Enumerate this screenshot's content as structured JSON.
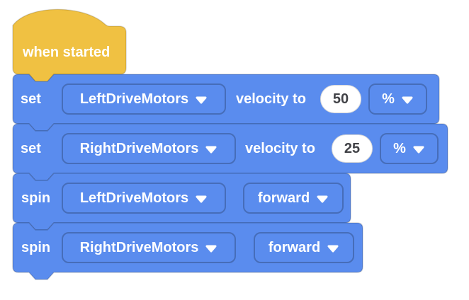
{
  "colors": {
    "background": "#FFFFFF",
    "hat_yellow": "#F0C142",
    "block_blue": "#5A8CEE",
    "label_white": "#FFFFFF",
    "value_text": "#414247"
  },
  "icons": {
    "dropdown_caret": "chevron-down"
  },
  "script": {
    "hat": {
      "label": "when started"
    },
    "blocks": [
      {
        "command": "set",
        "motor": "LeftDriveMotors",
        "mid": "velocity to",
        "value": "50",
        "unit": "%"
      },
      {
        "command": "set",
        "motor": "RightDriveMotors",
        "mid": "velocity to",
        "value": "25",
        "unit": "%"
      },
      {
        "command": "spin",
        "motor": "LeftDriveMotors",
        "direction": "forward"
      },
      {
        "command": "spin",
        "motor": "RightDriveMotors",
        "direction": "forward"
      }
    ]
  }
}
